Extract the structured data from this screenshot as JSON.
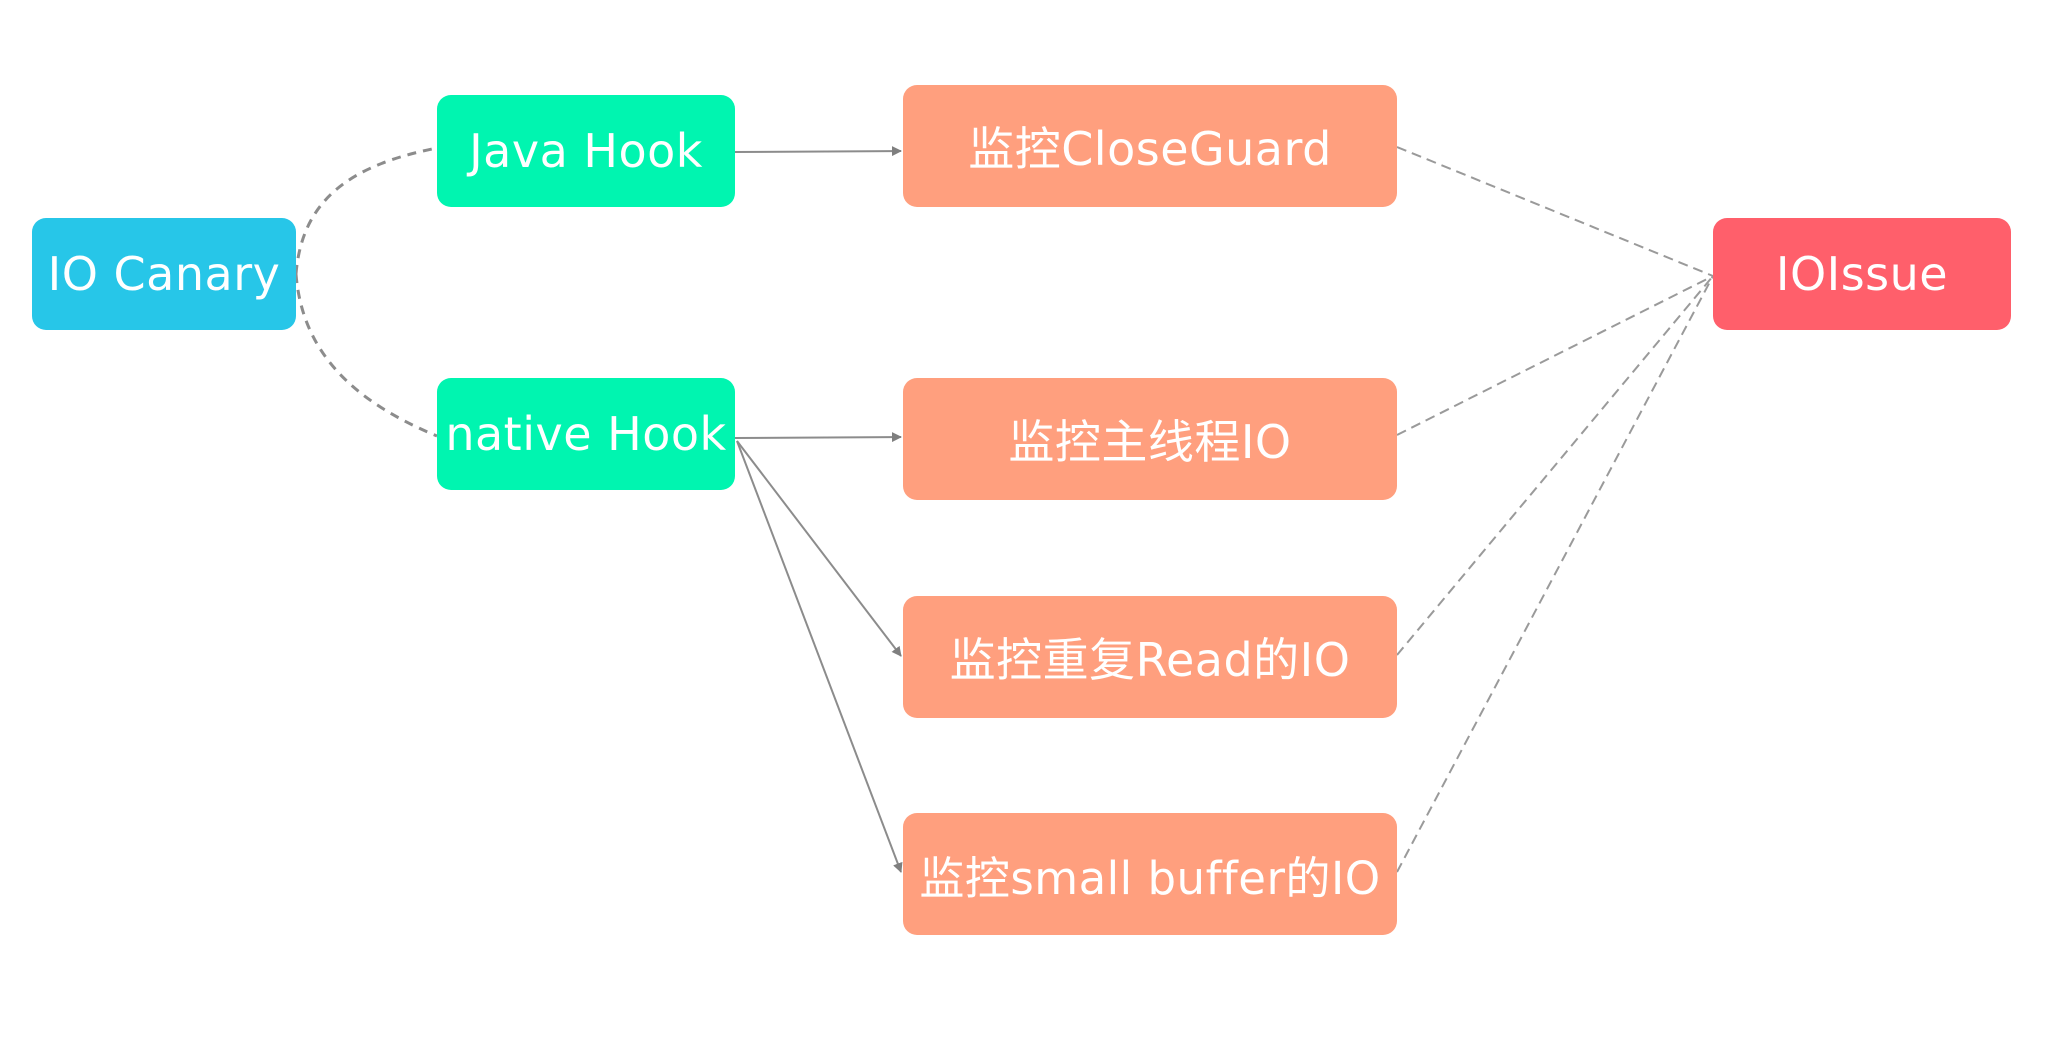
{
  "colors": {
    "canary": "#27C6E8",
    "hook": "#00F5B0",
    "monitor": "#FF9F7E",
    "issue": "#FF5F6B",
    "edge": "#8c8c8c"
  },
  "nodes": {
    "canary": "IO Canary",
    "java_hook": "Java Hook",
    "native_hook": "native Hook",
    "close_guard": "监控CloseGuard",
    "main_thread": "监控主线程IO",
    "repeat_read": "监控重复Read的IO",
    "small_buffer": "监控small buffer的IO",
    "io_issue": "IOIssue"
  },
  "edges": [
    {
      "from": "canary",
      "to": "java_hook",
      "style": "dashed"
    },
    {
      "from": "canary",
      "to": "native_hook",
      "style": "dashed"
    },
    {
      "from": "java_hook",
      "to": "close_guard",
      "style": "arrow"
    },
    {
      "from": "native_hook",
      "to": "main_thread",
      "style": "arrow"
    },
    {
      "from": "native_hook",
      "to": "repeat_read",
      "style": "arrow"
    },
    {
      "from": "native_hook",
      "to": "small_buffer",
      "style": "arrow"
    },
    {
      "from": "close_guard",
      "to": "io_issue",
      "style": "dashed"
    },
    {
      "from": "main_thread",
      "to": "io_issue",
      "style": "dashed"
    },
    {
      "from": "repeat_read",
      "to": "io_issue",
      "style": "dashed"
    },
    {
      "from": "small_buffer",
      "to": "io_issue",
      "style": "dashed"
    }
  ]
}
